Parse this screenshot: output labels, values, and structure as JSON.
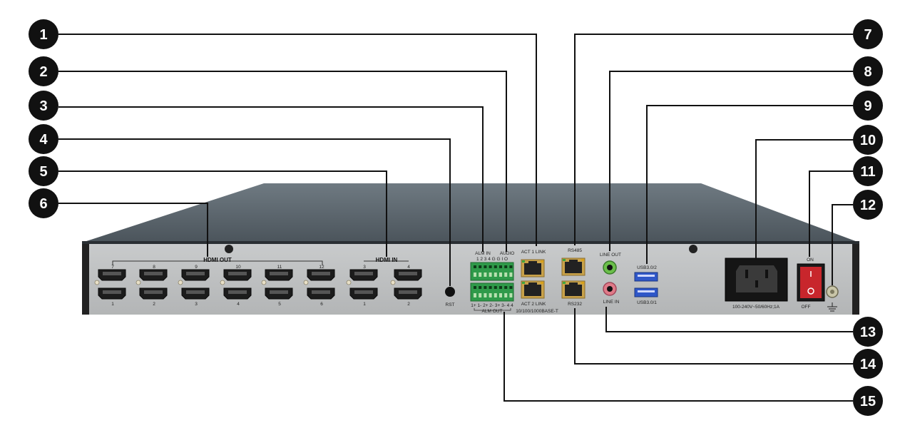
{
  "callouts": [
    {
      "num": "1"
    },
    {
      "num": "2"
    },
    {
      "num": "3"
    },
    {
      "num": "4"
    },
    {
      "num": "5"
    },
    {
      "num": "6"
    },
    {
      "num": "7"
    },
    {
      "num": "8"
    },
    {
      "num": "9"
    },
    {
      "num": "10"
    },
    {
      "num": "11"
    },
    {
      "num": "12"
    },
    {
      "num": "13"
    },
    {
      "num": "14"
    },
    {
      "num": "15"
    }
  ],
  "panel": {
    "hdmi_out_label": "HDMI OUT",
    "hdmi_in_label": "HDMI IN",
    "hdmi_out_top_numbers": [
      "7",
      "8",
      "9",
      "10",
      "11",
      "12"
    ],
    "hdmi_out_bottom_numbers": [
      "1",
      "2",
      "3",
      "4",
      "5",
      "6"
    ],
    "hdmi_in_top_numbers": [
      "3",
      "4"
    ],
    "hdmi_in_bottom_numbers": [
      "1",
      "2"
    ],
    "rst_label": "RST",
    "alm_in_label": "ALM IN",
    "alm_in_pins": "1 2 3 4 G G I O",
    "audio_label": "AUDIO",
    "alm_out_pins": "1+ 1- 2+ 2- 3+ 3- 4 4",
    "alm_out_label": "ALM OUT",
    "act1_label": "ACT 1 LINK",
    "act2_label": "ACT 2 LINK",
    "ethernet_label": "10/100/1000BASE-T",
    "rs485_label": "RS485",
    "rs232_label": "RS232",
    "line_out_label": "LINE OUT",
    "line_in_label": "LINE IN",
    "usb_top_label": "USB3.0/2",
    "usb_bottom_label": "USB3.0/1",
    "power_label": "100-240V~50/60Hz;1A",
    "on_label": "ON",
    "off_label": "OFF"
  }
}
